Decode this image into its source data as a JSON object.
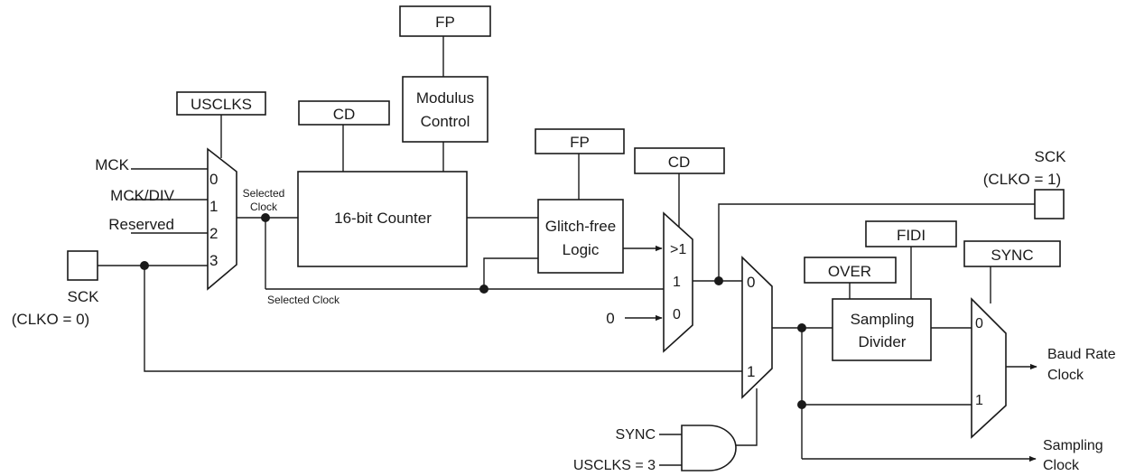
{
  "registers": {
    "fp_top": "FP",
    "uscks": "USCLKS",
    "cd_counter": "CD",
    "fp_glitch": "FP",
    "cd_mux": "CD",
    "fidi": "FIDI",
    "over": "OVER",
    "sync_box": "SYNC"
  },
  "blocks": {
    "modulus_line1": "Modulus",
    "modulus_line2": "Control",
    "counter": "16-bit Counter",
    "glitch_line1": "Glitch-free",
    "glitch_line2": "Logic",
    "sampling_line1": "Sampling",
    "sampling_line2": "Divider"
  },
  "mux1": {
    "inputs": [
      "MCK",
      "MCK/DIV",
      "Reserved"
    ],
    "indices": [
      "0",
      "1",
      "2",
      "3"
    ]
  },
  "selected_clock_upper_1": "Selected",
  "selected_clock_upper_2": "Clock",
  "selected_clock_lower": "Selected Clock",
  "sck_in": {
    "name": "SCK",
    "cond": "(CLKO = 0)"
  },
  "sck_out": {
    "name": "SCK",
    "cond": "(CLKO = 1)"
  },
  "mux2": {
    "idx_gt1": ">1",
    "idx_1": "1",
    "idx_0": "0",
    "zero_input": "0"
  },
  "mux3": {
    "idx_0": "0",
    "idx_1": "1"
  },
  "mux4": {
    "idx_0": "0",
    "idx_1": "1"
  },
  "and_gate": {
    "in_a": "SYNC",
    "in_b": "USCLKS = 3"
  },
  "outputs": {
    "baud_line1": "Baud Rate",
    "baud_line2": "Clock",
    "sampling_line1": "Sampling",
    "sampling_line2": "Clock"
  }
}
